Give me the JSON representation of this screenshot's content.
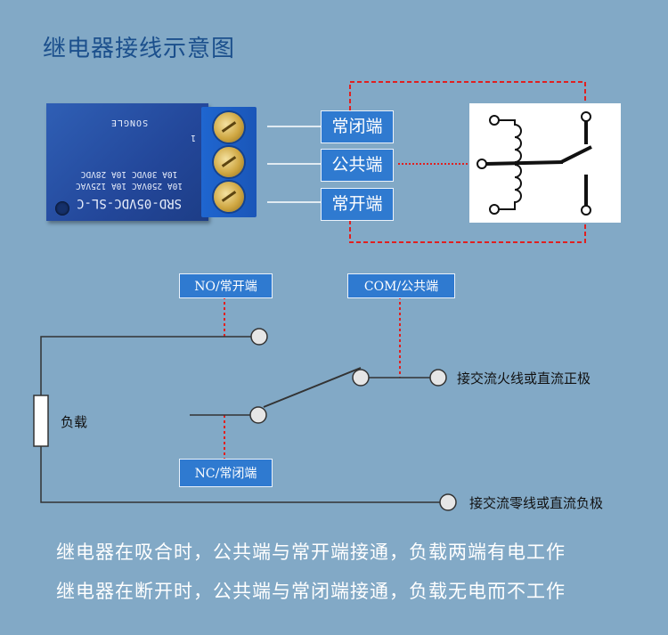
{
  "title": "继电器接线示意图",
  "relay": {
    "model": "SRD-05VDC-SL-C",
    "rating_line1": "10A 250VAC  10A 125VAC",
    "rating_line2": "10A 30VDC  10A 28VDC",
    "pin_mark": "1",
    "brand": "SONGLE"
  },
  "terminals": {
    "nc": "常闭端",
    "com": "公共端",
    "no": "常开端"
  },
  "switch_diagram": {
    "no_label": "NO/常开端",
    "com_label": "COM/公共端",
    "nc_label": "NC/常闭端",
    "load_label": "负载",
    "live_label": "接交流火线或直流正极",
    "neutral_label": "接交流零线或直流负极"
  },
  "captions": {
    "closed": "继电器在吸合时，公共端与常开端接通，负载两端有电工作",
    "open": "继电器在断开时，公共端与常闭端接通，负载无电而不工作"
  },
  "colors": {
    "background": "#82a9c6",
    "label_blue": "#2f7ad0",
    "dashed_red": "#e02020",
    "title_blue": "#1b4f8c"
  }
}
